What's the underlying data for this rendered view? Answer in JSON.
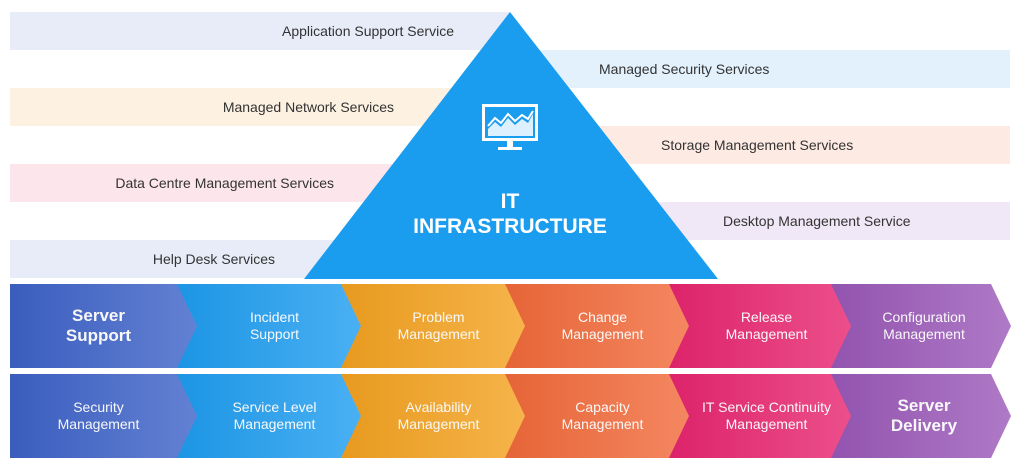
{
  "center": {
    "line1": "IT",
    "line2": "INFRASTRUCTURE",
    "icon": "monitor-chart-icon",
    "color": "#1a9cef"
  },
  "left_services": [
    {
      "label": "Application Support Service",
      "color": "#e7ecf8"
    },
    {
      "label": "Managed Network Services",
      "color": "#fdf1e2"
    },
    {
      "label": "Data Centre Management Services",
      "color": "#fce6ec"
    },
    {
      "label": "Help Desk Services",
      "color": "#e7ecf8"
    }
  ],
  "right_services": [
    {
      "label": "Managed Security Services",
      "color": "#e3f1fc"
    },
    {
      "label": "Storage Management Services",
      "color": "#fdebe3"
    },
    {
      "label": "Desktop Management Service",
      "color": "#f0e8f6"
    }
  ],
  "row1": [
    {
      "label": "Server\nSupport",
      "color": "#3d62c8",
      "bold": true
    },
    {
      "label": "Incident\nSupport",
      "color": "#1e9df0"
    },
    {
      "label": "Problem\nManagement",
      "color": "#f4a21f"
    },
    {
      "label": "Change\nManagement",
      "color": "#f26a3a"
    },
    {
      "label": "Release\nManagement",
      "color": "#e8256f"
    },
    {
      "label": "Configuration\nManagement",
      "color": "#9a58b8"
    }
  ],
  "row2": [
    {
      "label": "Security\nManagement",
      "color": "#3d62c8"
    },
    {
      "label": "Service Level\nManagement",
      "color": "#1e9df0"
    },
    {
      "label": "Availability\nManagement",
      "color": "#f4a21f"
    },
    {
      "label": "Capacity\nManagement",
      "color": "#f26a3a"
    },
    {
      "label": "IT Service Continuity\nManagement",
      "color": "#e8256f"
    },
    {
      "label": "Server\nDelivery",
      "color": "#9a58b8",
      "bold": true
    }
  ]
}
